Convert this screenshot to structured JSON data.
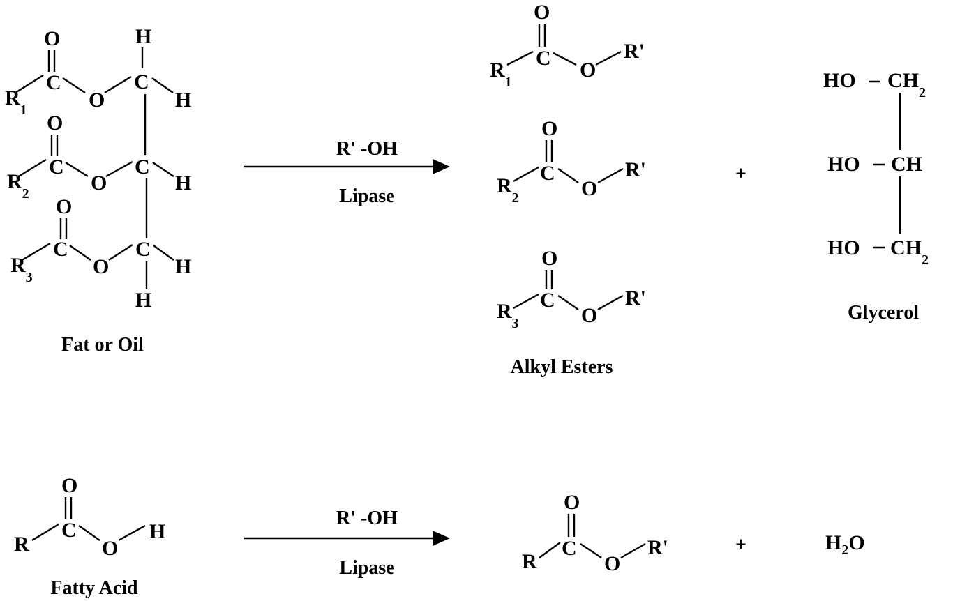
{
  "reaction1": {
    "reactant": {
      "label": "Fat or Oil",
      "carbonyl_oxygen": "O",
      "carbon": "C",
      "ester_oxygen": "O",
      "hydrogen": "H",
      "chains": [
        {
          "r": "R",
          "sub": "1"
        },
        {
          "r": "R",
          "sub": "2"
        },
        {
          "r": "R",
          "sub": "3"
        }
      ]
    },
    "reagent": "R' -OH",
    "catalyst": "Lipase",
    "ester_product": {
      "label": "Alkyl Esters",
      "carbonyl_oxygen": "O",
      "carbon": "C",
      "ester_oxygen": "O",
      "alkyl": "R'",
      "chains": [
        {
          "r": "R",
          "sub": "1"
        },
        {
          "r": "R",
          "sub": "2"
        },
        {
          "r": "R",
          "sub": "3"
        }
      ]
    },
    "plus": "+",
    "glycerol": {
      "label": "Glycerol",
      "rows": [
        {
          "hydroxyl": "HO",
          "group": "CH",
          "sub": "2"
        },
        {
          "hydroxyl": "HO",
          "group": "CH",
          "sub": ""
        },
        {
          "hydroxyl": "HO",
          "group": "CH",
          "sub": "2"
        }
      ]
    }
  },
  "reaction2": {
    "reactant": {
      "label": "Fatty Acid",
      "r": "R",
      "carbon": "C",
      "carbonyl_oxygen": "O",
      "hydroxyl_oxygen": "O",
      "hydrogen": "H"
    },
    "reagent": "R' -OH",
    "catalyst": "Lipase",
    "ester_product": {
      "r": "R",
      "carbon": "C",
      "carbonyl_oxygen": "O",
      "ester_oxygen": "O",
      "alkyl": "R'"
    },
    "plus": "+",
    "water": {
      "h": "H",
      "sub": "2",
      "o": "O"
    }
  }
}
